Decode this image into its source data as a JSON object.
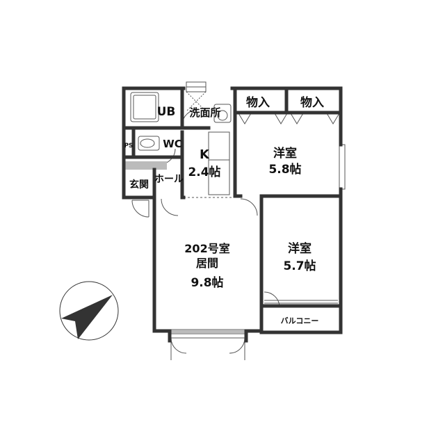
{
  "rooms": {
    "ub": "UB",
    "washroom": "洗面所",
    "closet_left": "物入",
    "closet_right": "物入",
    "ps": "PS",
    "wc": "WC",
    "kitchen_name": "K",
    "kitchen_size": "2.4帖",
    "western1_name": "洋室",
    "western1_size": "5.8帖",
    "entrance": "玄関",
    "hall": "ホール",
    "living_unit": "202号室",
    "living_name": "居間",
    "living_size": "9.8帖",
    "western2_name": "洋室",
    "western2_size": "5.7帖",
    "balcony": "バルコニー"
  },
  "compass": {
    "icon": "north-arrow-icon"
  },
  "colors": {
    "wall": "#333333",
    "line": "#555555",
    "window": "#999999"
  }
}
